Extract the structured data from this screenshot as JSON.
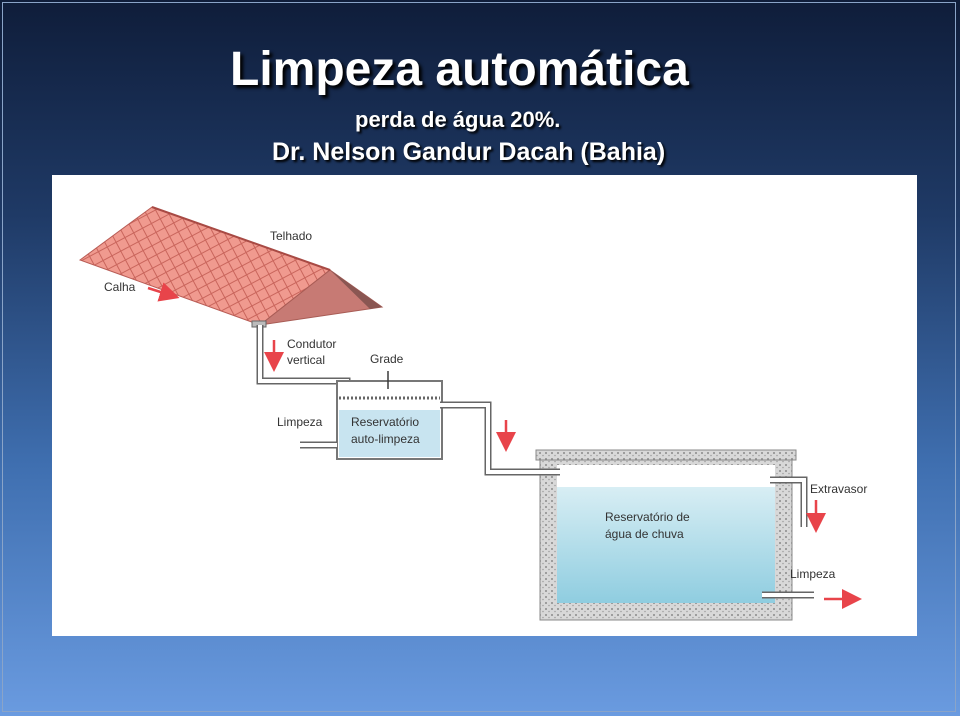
{
  "slide": {
    "title": "Limpeza automática",
    "subtitle": "perda de água  20%.",
    "author": "Dr. Nelson Gandur Dacah (Bahia)"
  },
  "diagram": {
    "labels": {
      "telhado": "Telhado",
      "calha": "Calha",
      "condutor_line1": "Condutor",
      "condutor_line2": "vertical",
      "grade": "Grade",
      "limpeza_left": "Limpeza",
      "reservatorio_auto_line1": "Reservatório",
      "reservatorio_auto_line2": "auto-limpeza",
      "extravasor": "Extravasor",
      "reservatorio_chuva_line1": "Reservatório de",
      "reservatorio_chuva_line2": "água de chuva",
      "limpeza_right": "Limpeza"
    },
    "colors": {
      "roof": "#e8837a",
      "arrow": "#e8444a",
      "pipe": "#666666",
      "water": "#bfe3ee",
      "wall": "#9a9a9a"
    }
  }
}
